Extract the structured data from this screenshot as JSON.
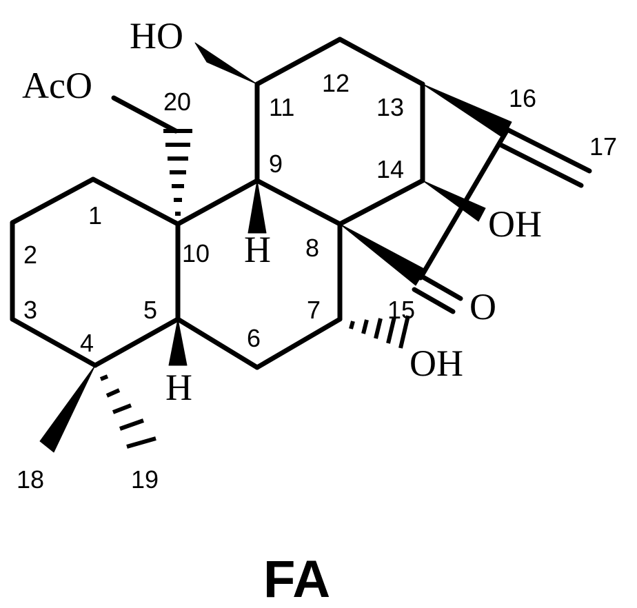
{
  "compound_label": "FA",
  "groups": {
    "acetoxy": "AcO",
    "hydroxyl_c11": "HO",
    "hydroxyl_c14": "OH",
    "hydroxyl_c7": "OH",
    "carbonyl_oxygen": "O",
    "hydrogen_c9": "H",
    "hydrogen_c5": "H"
  },
  "atom_numbers": {
    "c1": "1",
    "c2": "2",
    "c3": "3",
    "c4": "4",
    "c5": "5",
    "c6": "6",
    "c7": "7",
    "c8": "8",
    "c9": "9",
    "c10": "10",
    "c11": "11",
    "c12": "12",
    "c13": "13",
    "c14": "14",
    "c15": "15",
    "c16": "16",
    "c17": "17",
    "c18": "18",
    "c19": "19",
    "c20": "20"
  }
}
